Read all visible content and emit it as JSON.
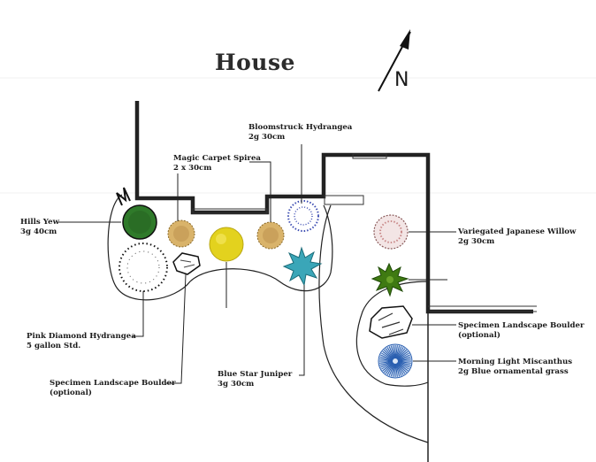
{
  "title": "House",
  "north_label": "N",
  "labels": {
    "bloomstruck": {
      "name": "Bloomstruck Hydrangea",
      "size": "2g 30cm"
    },
    "magic_carpet": {
      "name": "Magic Carpet Spirea",
      "size": "2 x 30cm"
    },
    "hills_yew": {
      "name": "Hills Yew",
      "size": "3g 40cm"
    },
    "variegated_willow": {
      "name": "Variegated Japanese Willow",
      "size": "2g 30cm"
    },
    "boulder_right": {
      "name": "Specimen Landscape Boulder",
      "size": "(optional)"
    },
    "pink_diamond": {
      "name": "Pink Diamond Hydrangea",
      "size": "5 gallon Std."
    },
    "boulder_left": {
      "name": "Specimen Landscape Boulder",
      "size": "(optional)"
    },
    "blue_star": {
      "name": "Blue Star Juniper",
      "size": "3g 30cm"
    },
    "miscanthus": {
      "name": "Morning Light Miscanthus",
      "size": "2g Blue ornamental grass"
    }
  },
  "colors": {
    "yew": "#2f7a2a",
    "juniper": "#3aa6b8",
    "spirea_yellow": "#e3d21e",
    "spirea_tan": "#d9b36a",
    "hydrangea_blue": "#3f4fb3",
    "willow_pink": "#c98a8a",
    "grass_dark_green": "#3f7a12",
    "miscanthus_blue": "#2a5fb0"
  }
}
